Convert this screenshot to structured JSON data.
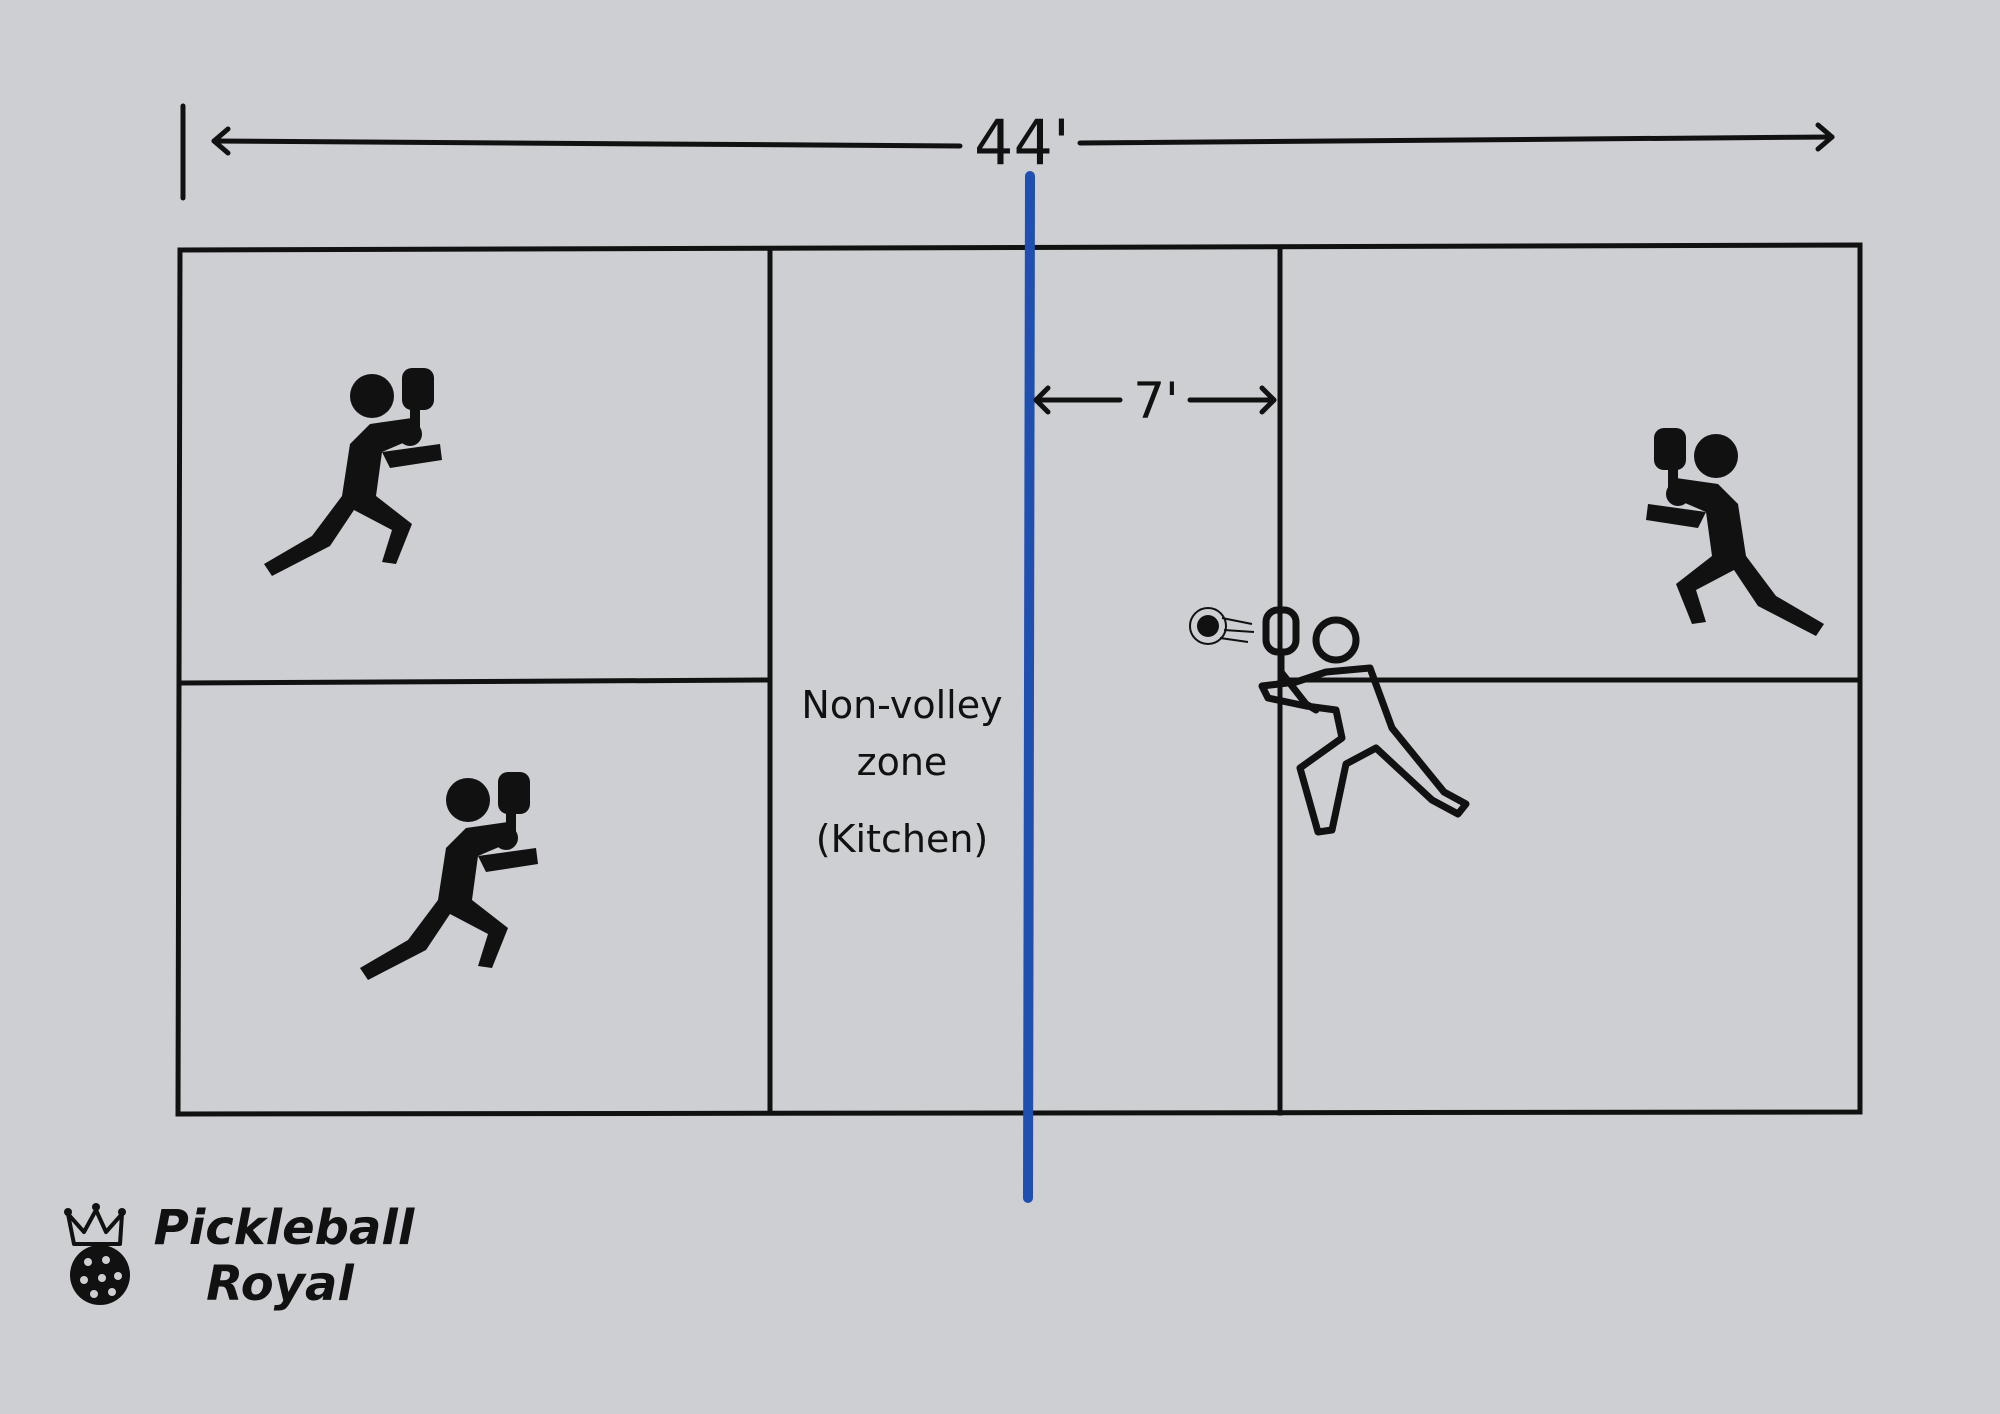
{
  "diagram": {
    "length_label": "44'",
    "kitchen_depth_label": "7'",
    "kitchen_label_line1": "Non-volley",
    "kitchen_label_line2": "zone",
    "kitchen_label_line3": "(Kitchen)"
  },
  "brand": {
    "line1": "Pickleball",
    "line2": "Royal"
  },
  "colors": {
    "background": "#cdcfd3",
    "net": "#1f4fb0",
    "lines": "#111111"
  },
  "icons": {
    "player": "player-with-paddle-icon",
    "ball": "ball-motion-icon",
    "logo": "crowned-pickleball-logo"
  }
}
